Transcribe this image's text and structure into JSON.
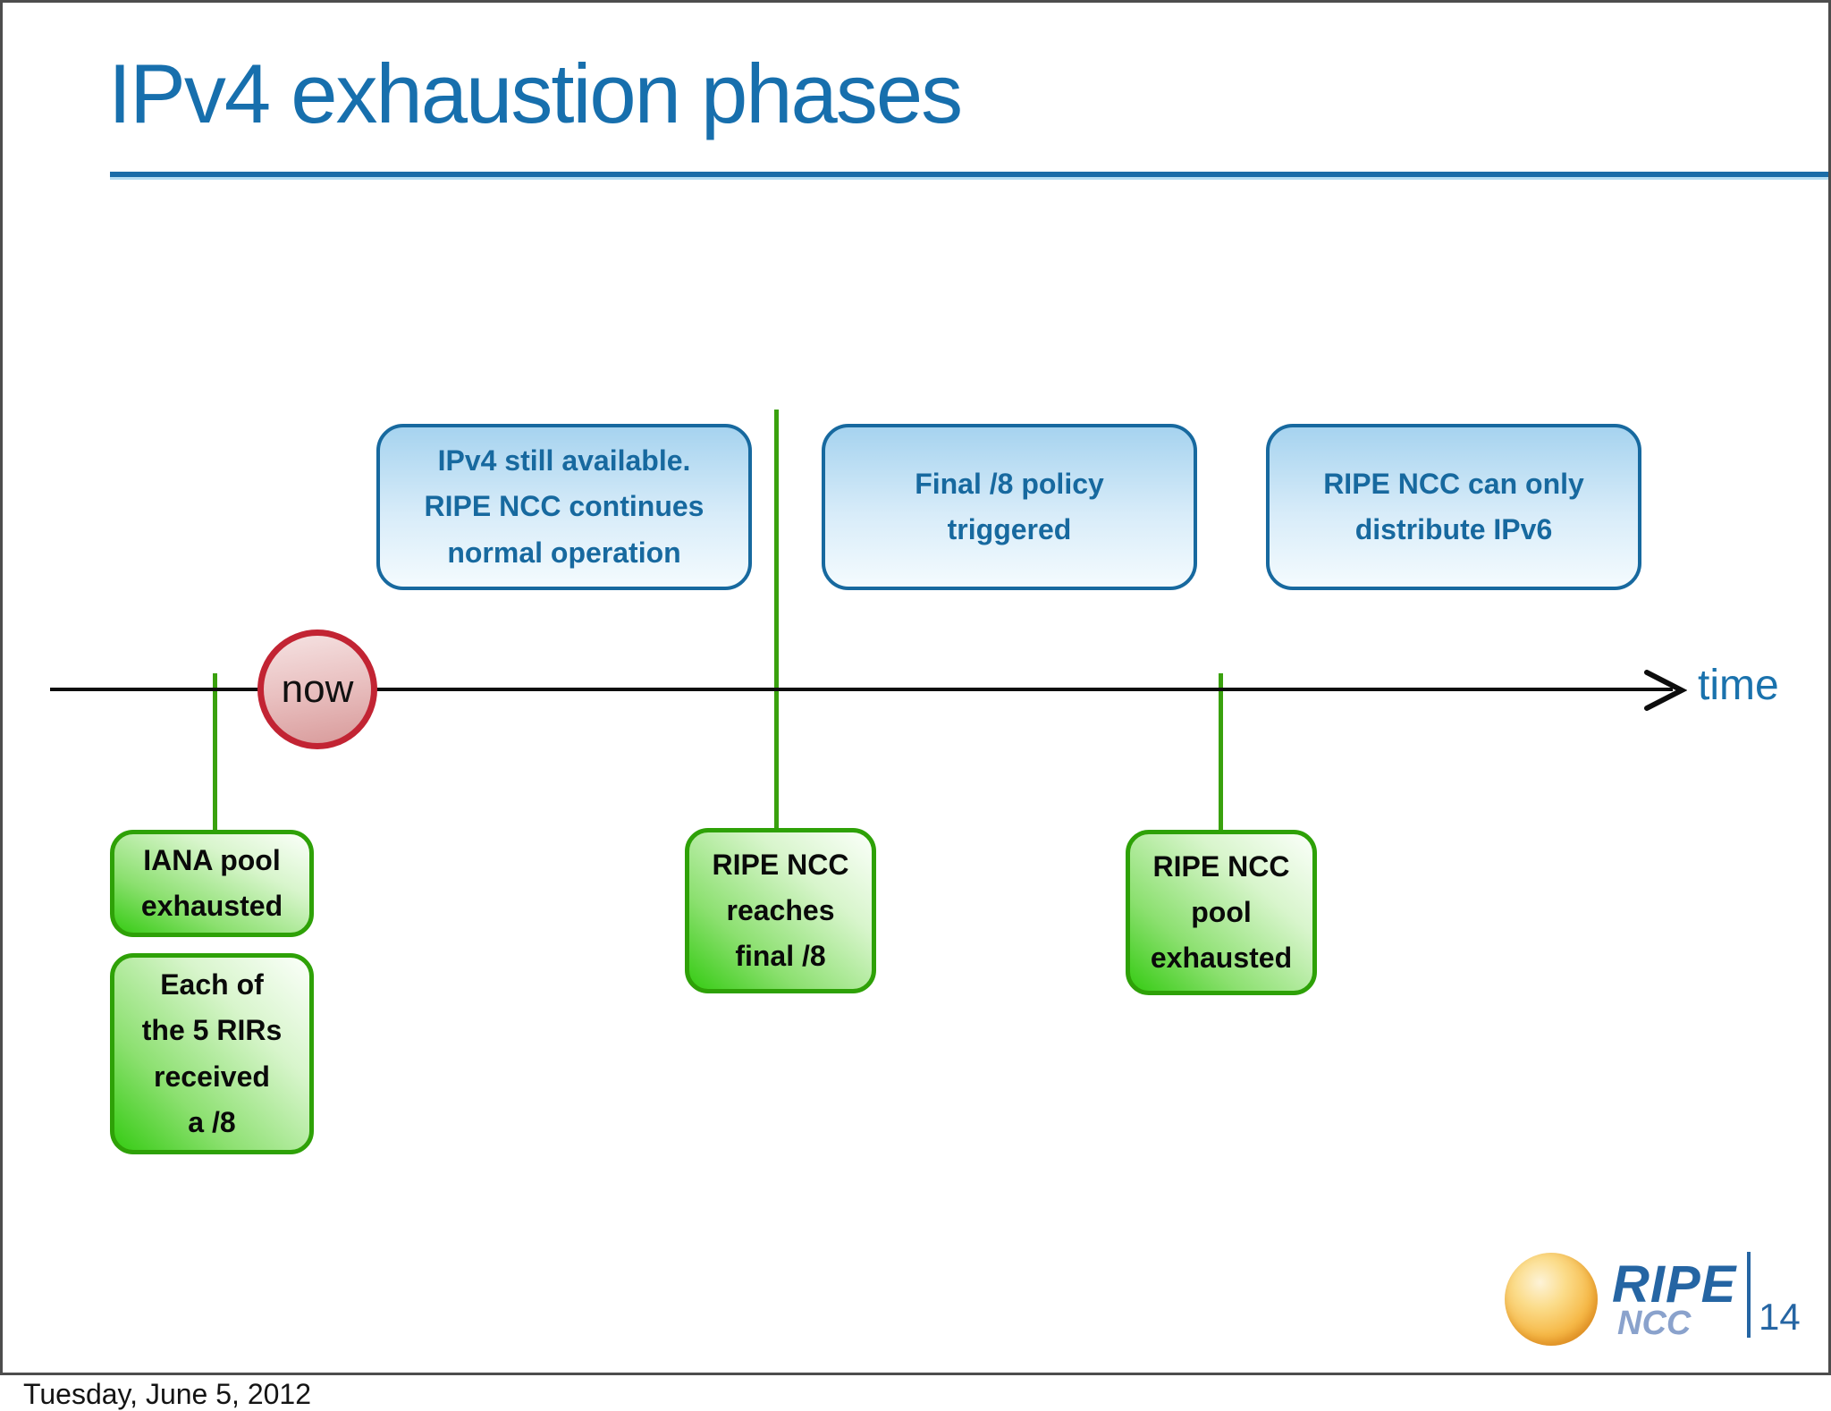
{
  "slide": {
    "title": "IPv4 exhaustion phases",
    "footer_date": "Tuesday, June 5, 2012",
    "page_number": "14"
  },
  "logo": {
    "brand": "RIPE",
    "sub_brand": "NCC"
  },
  "timeline": {
    "axis_label": "time",
    "now_marker": "now",
    "phases_above": [
      {
        "label": "IPv4 still available.\nRIPE NCC continues\nnormal operation"
      },
      {
        "label": "Final /8 policy\ntriggered"
      },
      {
        "label": "RIPE NCC can only\ndistribute IPv6"
      }
    ],
    "events_below": [
      {
        "label": "IANA pool\nexhausted"
      },
      {
        "label": "Each of\nthe 5 RIRs\nreceived\na /8"
      },
      {
        "label": "RIPE NCC\nreaches\nfinal /8"
      },
      {
        "label": "RIPE NCC\npool\nexhausted"
      }
    ]
  },
  "colors": {
    "accent_blue": "#1a6ca8",
    "event_green": "#2ea107",
    "now_red": "#c22433"
  }
}
